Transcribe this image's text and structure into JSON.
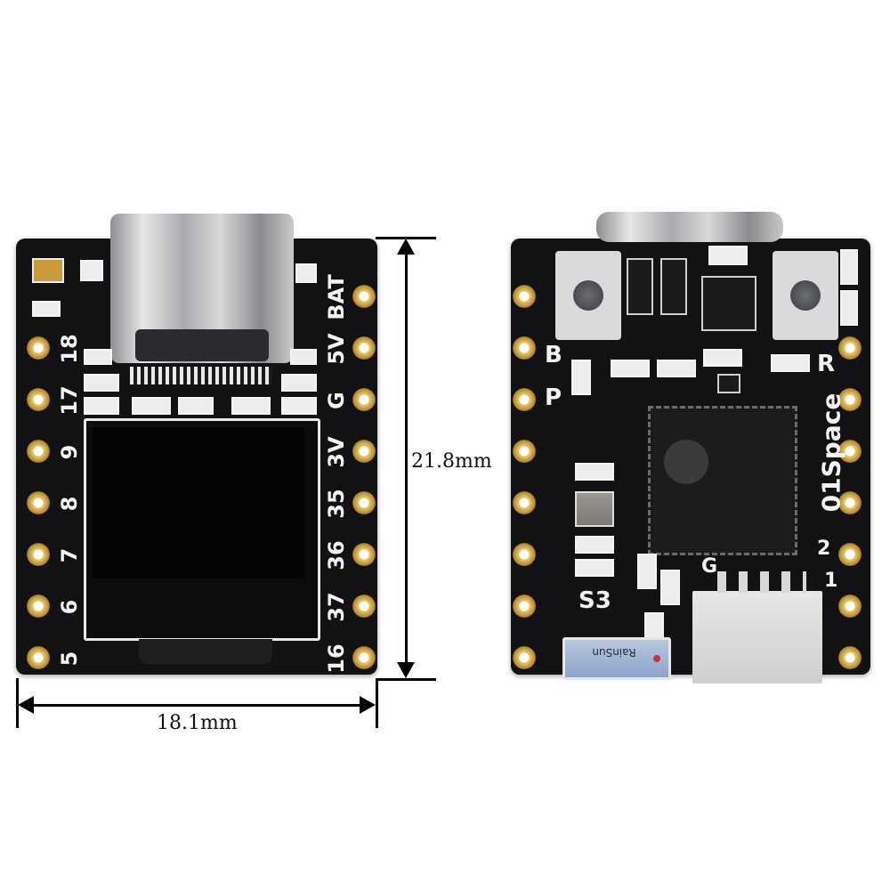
{
  "dimensions": {
    "height_label": "21.8mm",
    "width_label": "18.1mm"
  },
  "front": {
    "left_pins": [
      "18",
      "17",
      "9",
      "8",
      "7",
      "6",
      "5"
    ],
    "right_pins": [
      "BAT",
      "5V",
      "G",
      "3V",
      "35",
      "36",
      "37",
      "16"
    ]
  },
  "back": {
    "labels": {
      "b": "B",
      "p": "P",
      "r": "R",
      "brand": "01Space",
      "chip": "S3",
      "g": "G",
      "two": "2",
      "one": "1"
    },
    "antenna_text": "RainSun"
  },
  "colors": {
    "pcb": "#121214",
    "pad_gold": "#d8b24a",
    "silkscreen": "#f2f2f2"
  }
}
